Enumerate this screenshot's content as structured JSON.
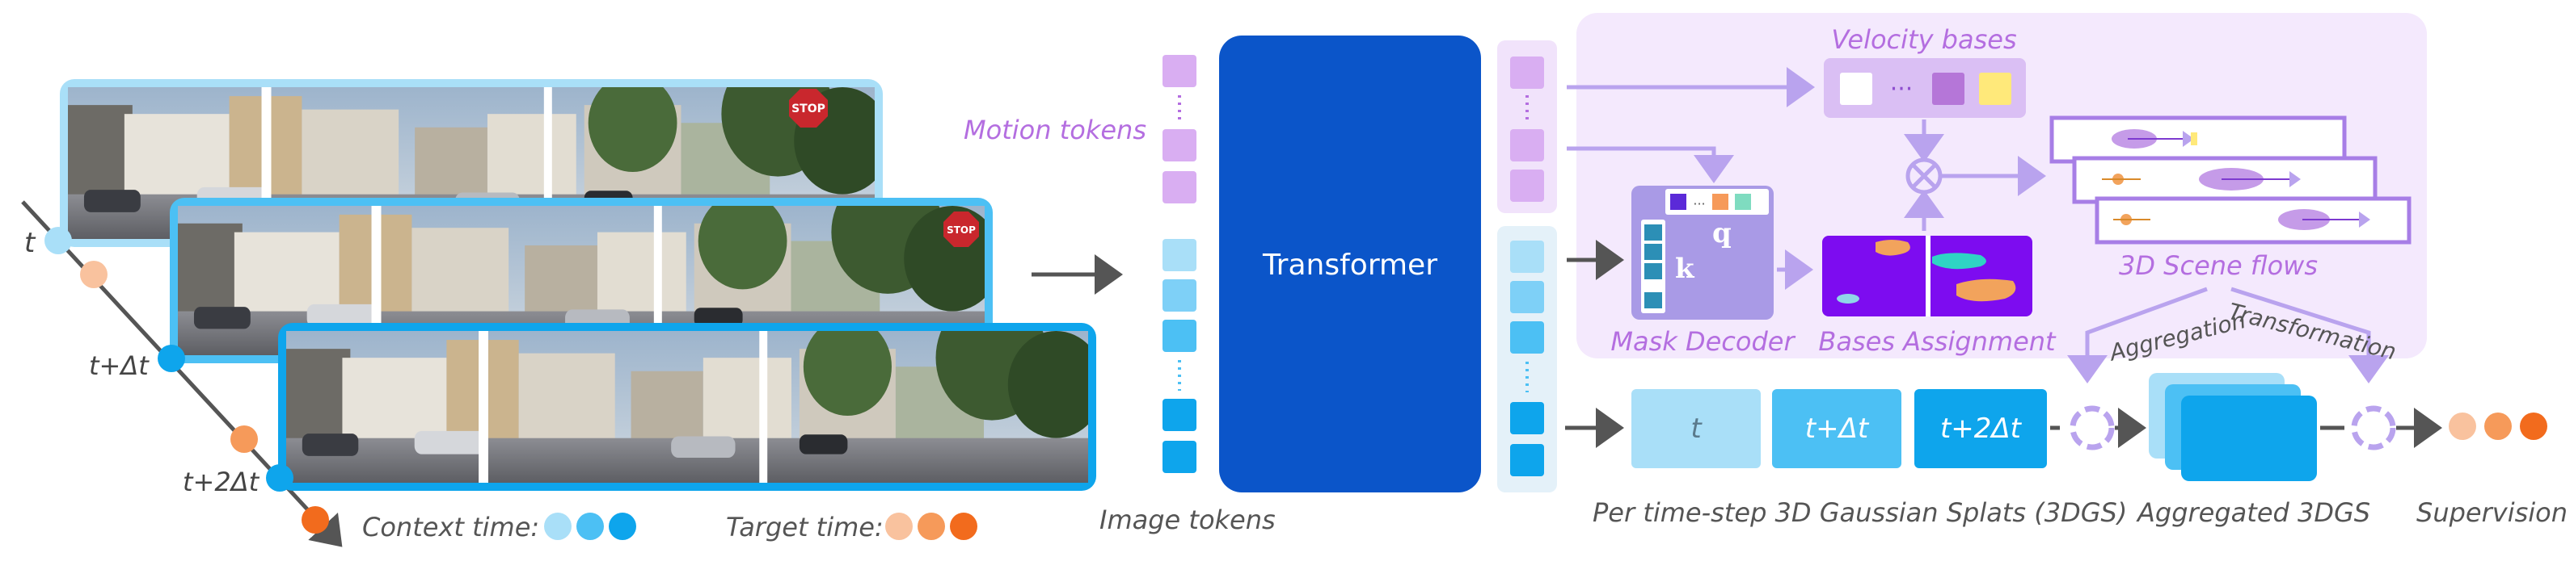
{
  "labels": {
    "time_t": "t",
    "time_t_dt": "t+Δt",
    "time_t_2dt": "t+2Δt",
    "context_time": "Context  time:",
    "target_time": "Target time:",
    "motion_tokens": "Motion tokens",
    "image_tokens": "Image tokens",
    "transformer": "Transformer",
    "velocity_bases": "Velocity bases",
    "mask_decoder": "Mask Decoder",
    "bases_assignment": "Bases Assignment",
    "scene_flows": "3D Scene flows",
    "aggregation": "Aggregation",
    "transformation": "Transformation",
    "q": "q",
    "k": "k",
    "dots": "···",
    "splat_t": "t",
    "splat_t_dt": "t+Δt",
    "splat_t_2dt": "t+2Δt",
    "per_timestep": "Per time-step 3D Gaussian Splats (3DGS)",
    "aggregated": "Aggregated 3DGS",
    "supervision": "Supervision",
    "stop_sign": "STOP"
  },
  "colors": {
    "context_light": "#a9dff8",
    "context_mid": "#4cc0f4",
    "context_dark": "#0ea5ec",
    "target_light": "#f9c29e",
    "target_mid": "#f69a5a",
    "target_dark": "#f26b1d",
    "motion_token": "#d9aef2",
    "purple_text": "#b46ee0",
    "purple_panel": "#f4e9fd",
    "transformer": "#0b55c9",
    "mask_decoder": "#a99ae6",
    "bases_bg": "#7d0cf0",
    "arrow_gray": "#555555",
    "arrow_purple": "#b9a3ee"
  }
}
